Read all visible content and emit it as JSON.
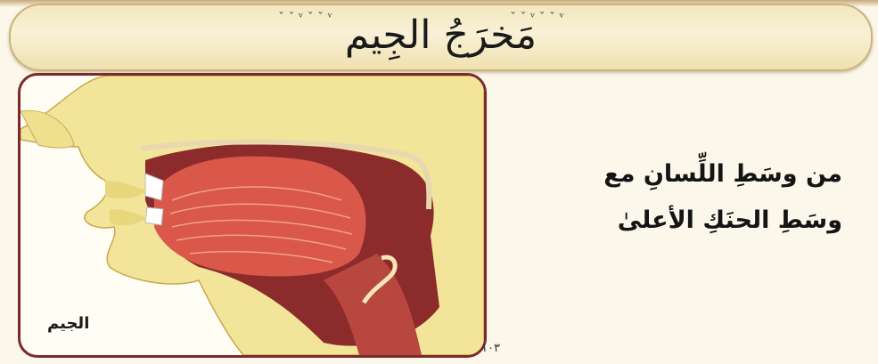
{
  "page": {
    "title": "مَخرَجُ الجِيم",
    "description_lines": [
      "من وسَطِ اللِّسانِ مع",
      "وسَطِ الحنَكِ الأعلىٰ"
    ],
    "diagram_label": "الجيم",
    "page_number": "١٠٣"
  },
  "colors": {
    "background": "#fbf7ea",
    "banner": "#f6ecc9",
    "frame_border": "#7a2a2a",
    "skin": "#f2e59a",
    "tongue": "#d9584a",
    "mouth_cavity": "#8c2b2b"
  },
  "icons": [
    "head-profile-illustration",
    "tongue-illustration",
    "ornament-marks"
  ]
}
